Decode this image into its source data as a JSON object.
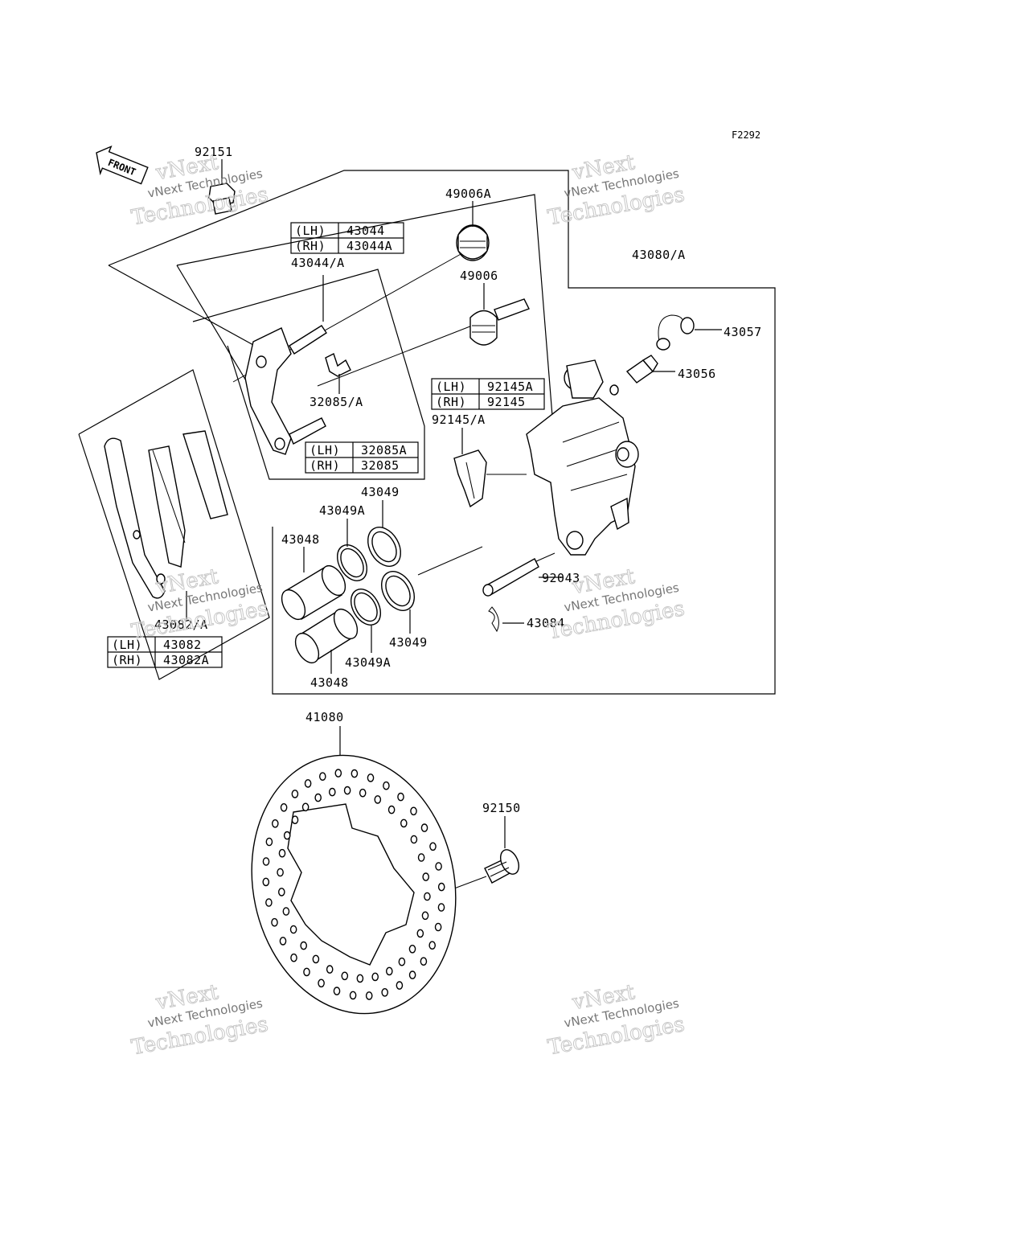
{
  "figure_code": "F2292",
  "front_label": "FRONT",
  "labels": {
    "p92151": "92151",
    "p49006A": "49006A",
    "p43080A": "43080/A",
    "p43044A": "43044/A",
    "p49006": "49006",
    "p43057": "43057",
    "p43056": "43056",
    "p32085A": "32085/A",
    "p92145A": "92145/A",
    "p43049_top": "43049",
    "p43049A_top": "43049A",
    "p43048_top": "43048",
    "p92043": "92043",
    "p43084": "43084",
    "p43049_bot": "43049",
    "p43049A_bot": "43049A",
    "p43048_bot": "43048",
    "p43082A": "43082/A",
    "p41080": "41080",
    "p92150": "92150"
  },
  "tables": {
    "t43044": [
      [
        "(LH)",
        "43044"
      ],
      [
        "(RH)",
        "43044A"
      ]
    ],
    "t92145": [
      [
        "(LH)",
        "92145A"
      ],
      [
        "(RH)",
        "92145"
      ]
    ],
    "t32085": [
      [
        "(LH)",
        "32085A"
      ],
      [
        "(RH)",
        "32085"
      ]
    ],
    "t43082": [
      [
        "(LH)",
        "43082"
      ],
      [
        "(RH)",
        "43082A"
      ]
    ]
  },
  "watermark": {
    "line1": "vNext",
    "line2": "vNext Technologies",
    "line3": "Technologies"
  }
}
